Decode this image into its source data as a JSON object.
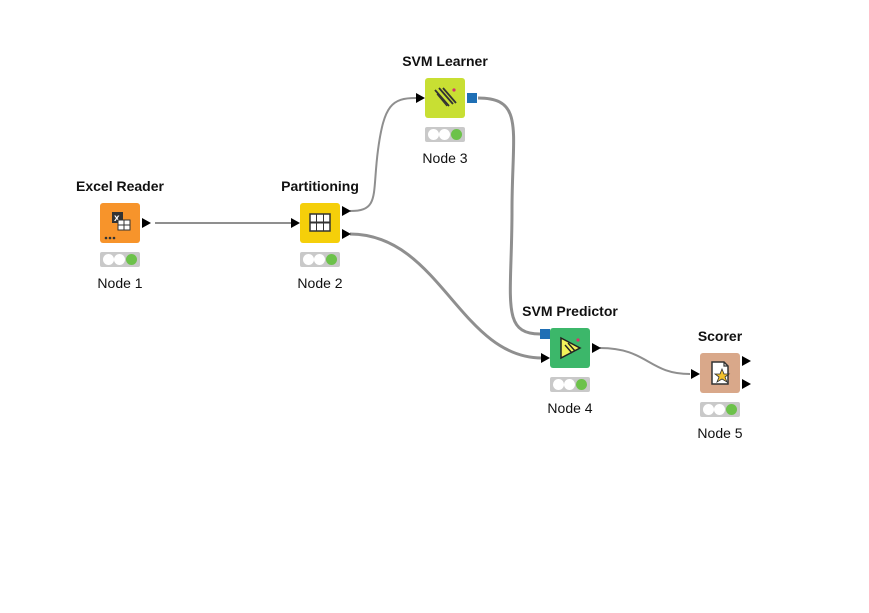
{
  "workflow": {
    "nodes": [
      {
        "id": "excel-reader",
        "title": "Excel Reader",
        "label": "Node 1",
        "color": "#f7942b",
        "icon": "excel-reader-icon"
      },
      {
        "id": "partitioning",
        "title": "Partitioning",
        "label": "Node 2",
        "color": "#f5cf0a",
        "icon": "partitioning-icon"
      },
      {
        "id": "svm-learner",
        "title": "SVM Learner",
        "label": "Node 3",
        "color": "#c8df33",
        "icon": "svm-learner-icon"
      },
      {
        "id": "svm-predictor",
        "title": "SVM Predictor",
        "label": "Node 4",
        "color": "#3cb76a",
        "icon": "svm-predictor-icon"
      },
      {
        "id": "scorer",
        "title": "Scorer",
        "label": "Node 5",
        "color": "#d9a88a",
        "icon": "scorer-icon"
      }
    ],
    "connections": [
      {
        "from": "Node 1",
        "to": "Node 2"
      },
      {
        "from": "Node 2",
        "to": "Node 3"
      },
      {
        "from": "Node 2",
        "to": "Node 4"
      },
      {
        "from": "Node 3",
        "to": "Node 4"
      },
      {
        "from": "Node 4",
        "to": "Node 5"
      }
    ],
    "colors": {
      "edge": "#8f8f8f",
      "model_port": "#1f6fb5",
      "status_green": "#6cc24a",
      "status_bg": "#c9c9c9"
    }
  }
}
